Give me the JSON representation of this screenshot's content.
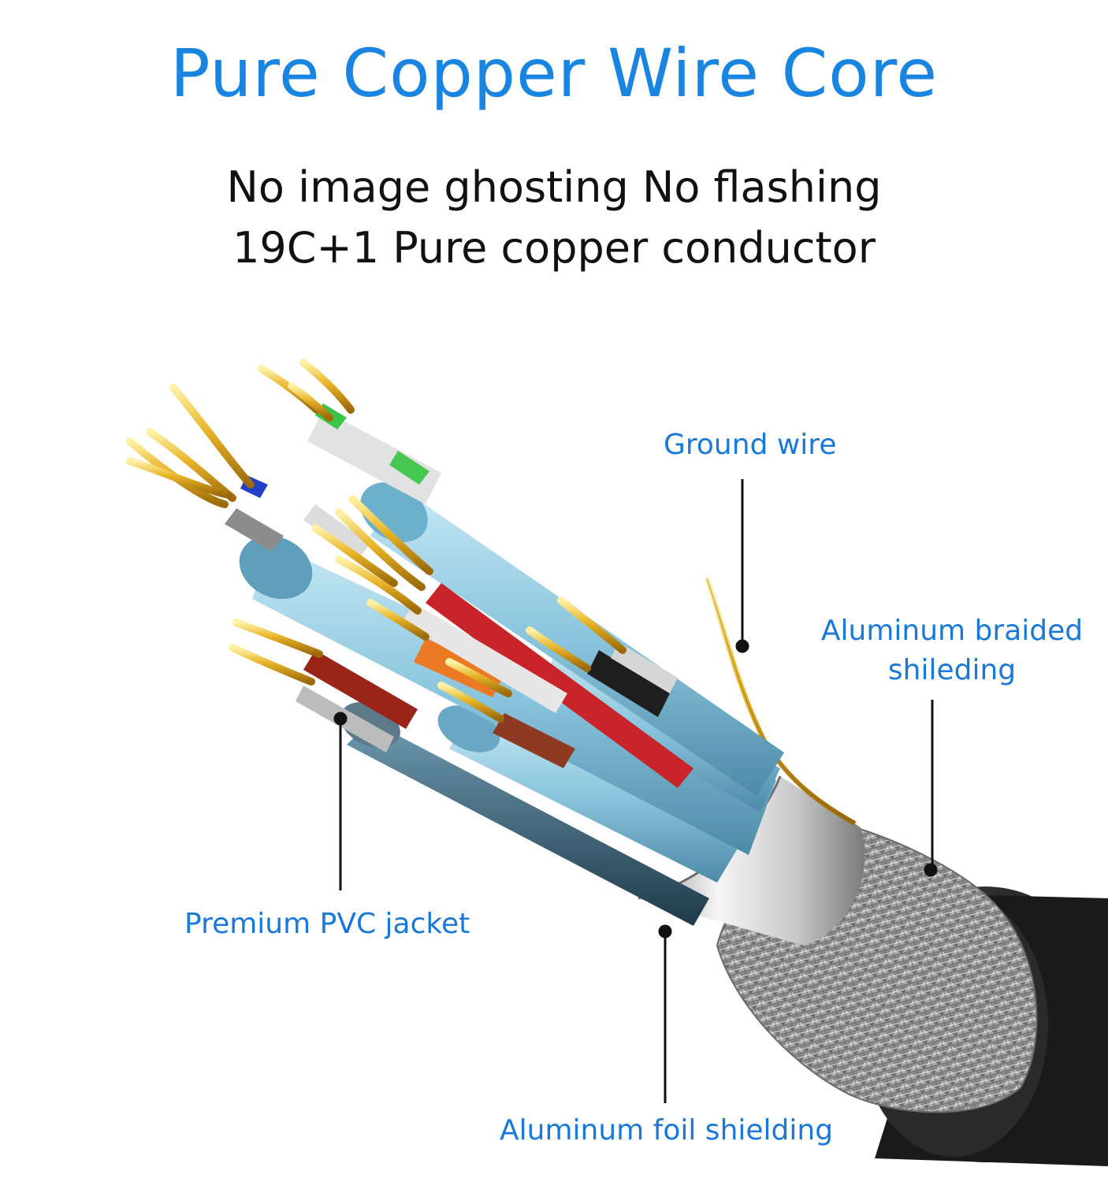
{
  "title": "Pure Copper Wire Core",
  "subtitle_lines": [
    "No image ghosting No flashing",
    "19C+1 Pure copper conductor"
  ],
  "callouts": {
    "ground_wire": "Ground wire",
    "aluminum_braided_line1": "Aluminum braided",
    "aluminum_braided_line2": "shileding",
    "pvc_jacket": "Premium PVC jacket",
    "aluminum_foil": "Aluminum foil shielding"
  },
  "colors": {
    "title": "#1a85e0",
    "label": "#1a78d8",
    "copper": "#e0a820",
    "jacket_blue": "#8ec8de",
    "outer_jacket": "#1e1e1e"
  }
}
